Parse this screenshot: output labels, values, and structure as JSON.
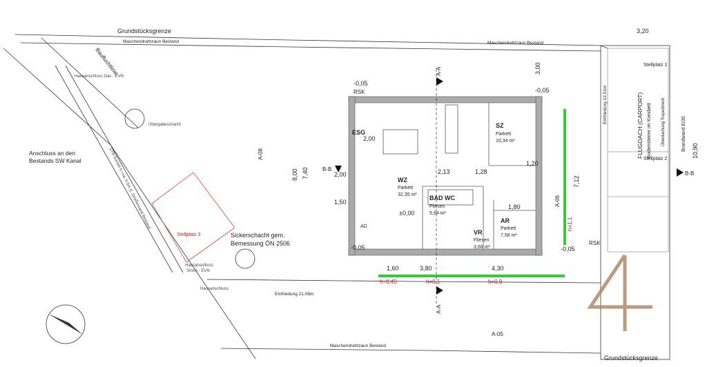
{
  "labels": {
    "property_top": "Grundstücksgrenze",
    "fence_top": "Maschendrahtzaun Bestand",
    "fence_top_right": "Maschendrahtzaun Bestand",
    "dim_320": "3,20",
    "baufluchtlinie": "Baufluchtlinie",
    "hausanschluss_gas": "Hausanschluss Gas - EVN",
    "uebergabeschacht": "Übergabeschacht",
    "anschluss_1": "Anschluss an den",
    "anschluss_2": "Bestands SW Kanal",
    "anschluss_3": "",
    "stb_sockel": "STB-Sockel h.=ca. 0,5m (L Straßenrand Bestand",
    "stellplatz_3": "Stellplatz 3",
    "sickerschacht_1": "Sickerschacht gem.",
    "sickerschacht_2": "Bemessung ÖN 2506",
    "hausanschluss_strom": "Hausanschluss",
    "hausanschluss_evn": "Strom - EVN",
    "hausanschluss": "Hausanschluss",
    "einfriedung": "Einfriedung 21,08m",
    "fence_bottom": "Maschendrahtzaun Bestand",
    "property_bottom": "Grundstücksgrenze",
    "a05": "A-05",
    "a08": "A-08",
    "a06": "A-06",
    "aa_top": "A-A",
    "aa_bottom": "A-A",
    "bb_left": "B-B",
    "bb_right": "B-B",
    "rsk": "RSK"
  },
  "rooms": {
    "esg": "ESG",
    "wz": "WZ",
    "wz_floor": "Parkett",
    "wz_area": "32,35 m²",
    "sz": "SZ",
    "sz_floor": "Parkett",
    "sz_area": "10,34 m²",
    "badwc": "BAD WC",
    "badwc_floor": "Fliesen",
    "badwc_area": "5,94 m²",
    "vr": "VR",
    "vr_floor": "Fliesen",
    "vr_area": "3,66 m²",
    "ar": "AR",
    "ar_floor": "Parkett",
    "ar_area": "7,58 m²",
    "ad": "AD"
  },
  "levels": {
    "zero": "±0,00",
    "minus005": "-0,05"
  },
  "dims": {
    "d800": "8,00",
    "d740": "7,40",
    "d712": "7,12",
    "d300": "3,00",
    "d1090": "10,90",
    "d160": "1,60",
    "d380": "3,80",
    "d430": "4,30",
    "d213": "2,13",
    "d128": "1,28",
    "d180": "1,80",
    "d120": "1,20",
    "d200": "2,00",
    "d150": "1,50"
  },
  "heights": {
    "h045": "h=0,45",
    "h01": "h=0,1",
    "h09": "h=0,9",
    "h11": "h=1,1"
  },
  "carport": {
    "stellplatz_1": "Stellplatz 1",
    "stellplatz_2": "Stellplatz 2",
    "flugdach": "FLUGDACH (CARPORT)",
    "bodenbelag": "Bodensteine im Kiesbett",
    "ueberdachung": "Überdachung Trapezblech",
    "brandwand": "Brandwand EI30",
    "einfriedung": "Einfriedung 12,51m"
  }
}
